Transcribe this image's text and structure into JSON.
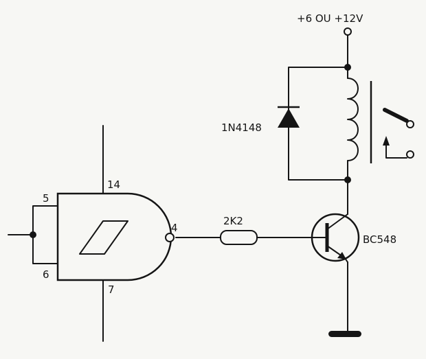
{
  "labels": {
    "supply": "+6 OU +12V",
    "diode": "1N4148",
    "resistor": "2K2",
    "transistor": "BC548"
  },
  "pins": {
    "in_a": "5",
    "in_b": "6",
    "vcc": "14",
    "gnd": "7",
    "out": "4"
  }
}
